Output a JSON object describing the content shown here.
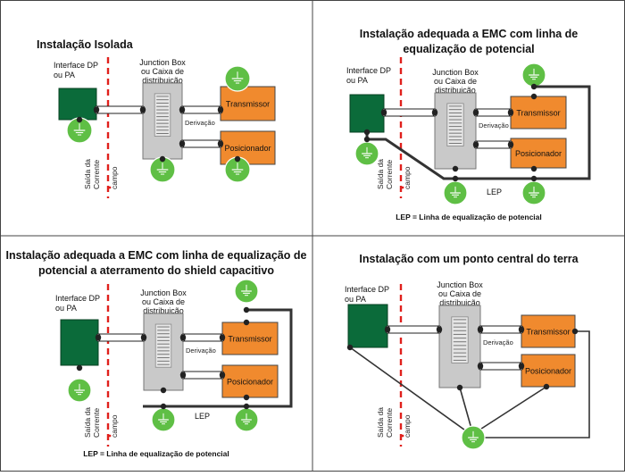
{
  "colors": {
    "dp": "#0b6b3a",
    "junction": "#c9c9c9",
    "device": "#f08a2e",
    "ground": "#5fbf45",
    "divider": "#e0201c",
    "wire": "#333333"
  },
  "panels": [
    {
      "title": [
        "Instalação Isolada"
      ],
      "dp": [
        "Interface DP",
        "ou PA"
      ],
      "junction": [
        "Junction Box",
        "ou Caixa de",
        "distribuição"
      ],
      "derivacao": "Derivação",
      "transmissor": "Transmissor",
      "posicionador": "Posicionador",
      "saida": [
        "Saída da",
        "Corrente"
      ],
      "campo": "campo",
      "lep": "",
      "caption": ""
    },
    {
      "title": [
        "Instalação adequada a EMC com linha de",
        "equalização de potencial"
      ],
      "dp": [
        "Interface DP",
        "ou PA"
      ],
      "junction": [
        "Junction Box",
        "ou Caixa de",
        "distribuição"
      ],
      "derivacao": "Derivação",
      "transmissor": "Transmissor",
      "posicionador": "Posicionador",
      "saida": [
        "Saída da",
        "Corrente"
      ],
      "campo": "campo",
      "lep": "LEP",
      "caption": "LEP = Linha de equalização de potencial"
    },
    {
      "title": [
        "Instalação adequada a EMC com linha de equalização de",
        "potencial a aterramento do shield capacitivo"
      ],
      "dp": [
        "Interface DP",
        "ou PA"
      ],
      "junction": [
        "Junction Box",
        "ou Caixa de",
        "distribuição"
      ],
      "derivacao": "Derivação",
      "transmissor": "Transmissor",
      "posicionador": "Posicionador",
      "saida": [
        "Saída da",
        "Corrente"
      ],
      "campo": "campo",
      "lep": "LEP",
      "caption": "LEP = Linha de equalização de potencial"
    },
    {
      "title": [
        "Instalação com um ponto central do terra"
      ],
      "dp": [
        "Interface DP",
        "ou PA"
      ],
      "junction": [
        "Junction Box",
        "ou Caixa de",
        "distribuição"
      ],
      "derivacao": "Derivação",
      "transmissor": "Transmissor",
      "posicionador": "Posicionador",
      "saida": [
        "Saída da",
        "Corrente"
      ],
      "campo": "campo",
      "lep": "",
      "caption": ""
    }
  ]
}
